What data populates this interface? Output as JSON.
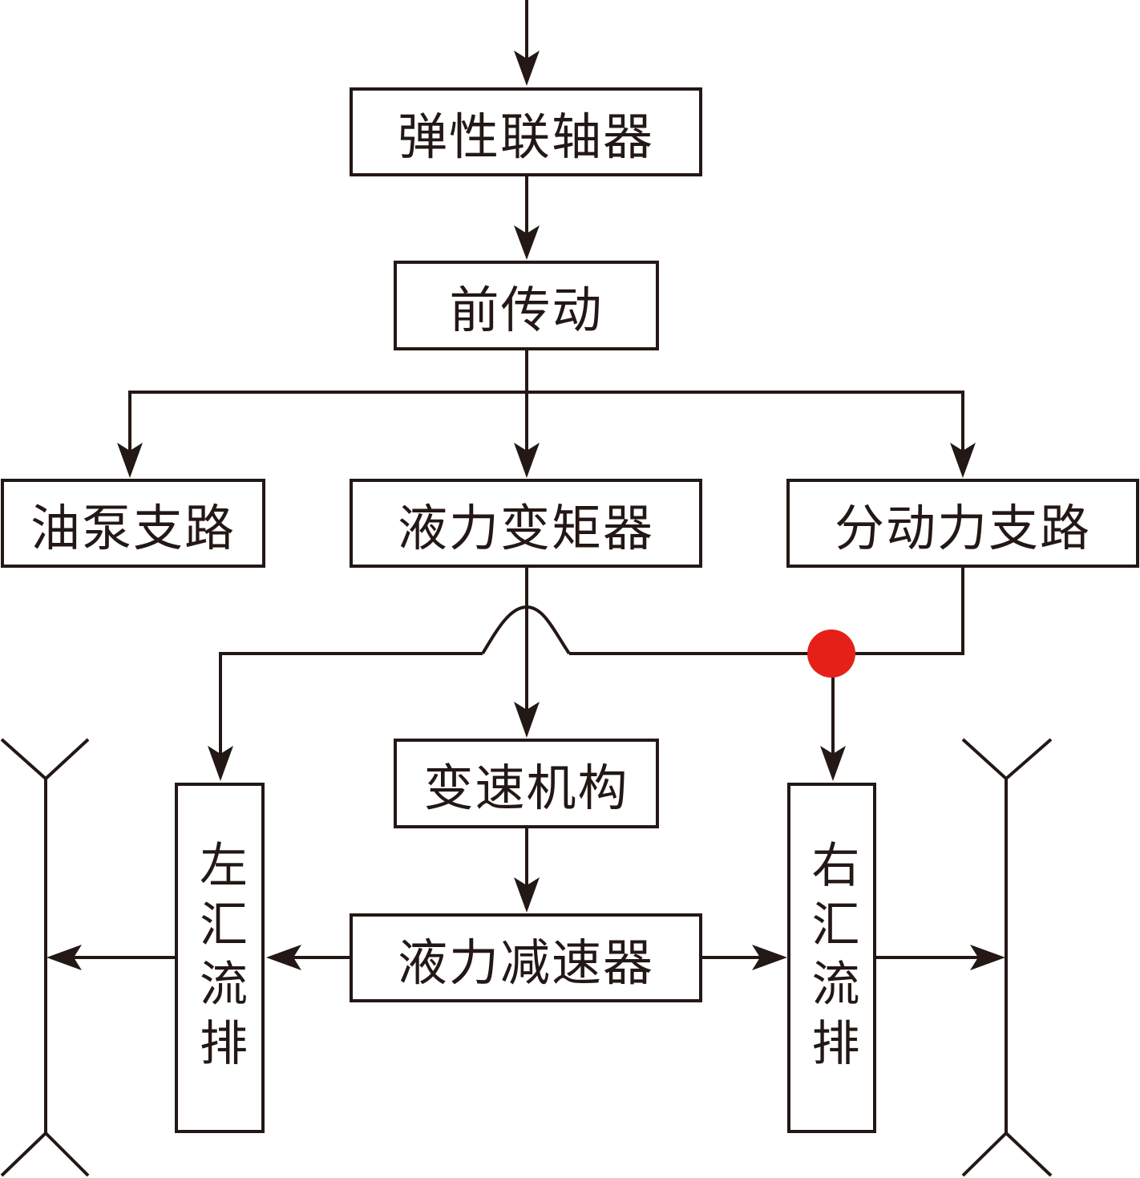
{
  "diagram": {
    "type": "flowchart",
    "topic": "power transmission flow",
    "colors": {
      "line": "#231815",
      "junction": "#E52019",
      "background": "#ffffff"
    },
    "nodes": {
      "coupling": "弹性联轴器",
      "front_drive": "前传动",
      "oil_pump": "油泵支路",
      "torque_converter": "液力变矩器",
      "pto": "分动力支路",
      "gearbox": "变速机构",
      "retarder": "液力减速器",
      "left_summing": "左汇流排",
      "right_summing": "右汇流排"
    },
    "edges": [
      [
        "input",
        "coupling"
      ],
      [
        "coupling",
        "front_drive"
      ],
      [
        "front_drive",
        "oil_pump"
      ],
      [
        "front_drive",
        "torque_converter"
      ],
      [
        "front_drive",
        "pto"
      ],
      [
        "torque_converter",
        "gearbox"
      ],
      [
        "pto",
        "left_summing"
      ],
      [
        "pto",
        "right_summing"
      ],
      [
        "gearbox",
        "retarder"
      ],
      [
        "retarder",
        "left_summing"
      ],
      [
        "retarder",
        "right_summing"
      ],
      [
        "left_summing",
        "left_output_shaft"
      ],
      [
        "right_summing",
        "right_output_shaft"
      ]
    ]
  }
}
